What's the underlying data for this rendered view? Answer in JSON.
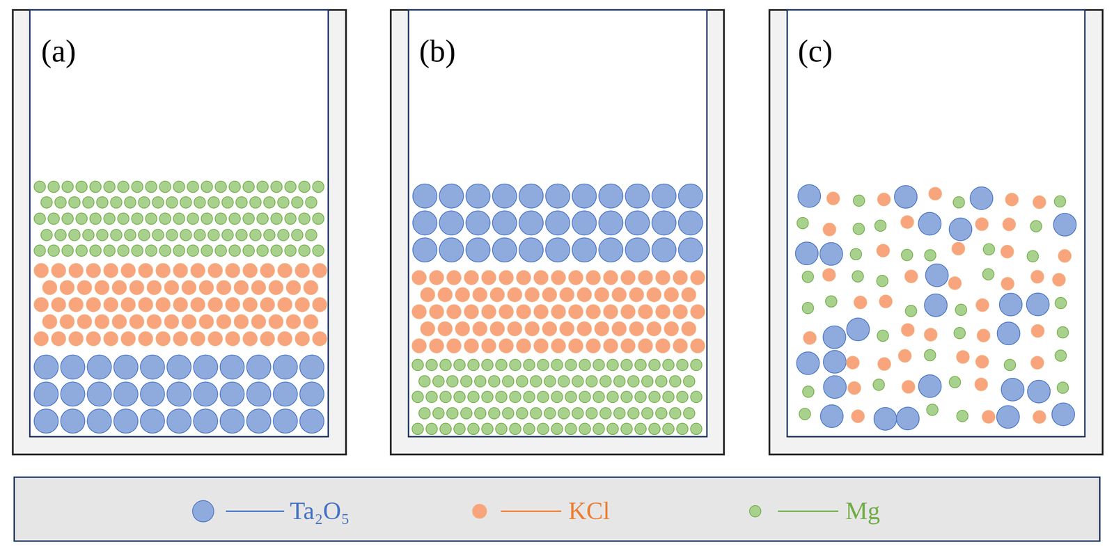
{
  "diagram": {
    "labels": [
      "(a)",
      "(b)",
      "(c)"
    ],
    "legend": [
      {
        "text": "Ta₂O₅",
        "color": "#8faadc"
      },
      {
        "text": "KCl",
        "color": "#f8a47c"
      },
      {
        "text": "Mg",
        "color": "#a9d18e"
      }
    ]
  }
}
